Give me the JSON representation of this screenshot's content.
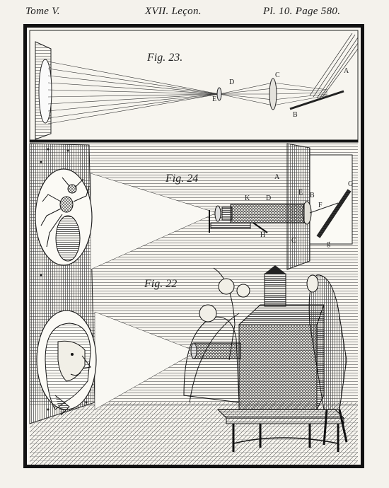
{
  "header": {
    "left": "Tome V.",
    "center": "XVII. Leçon.",
    "right": "Pl. 10. Page 580."
  },
  "figures": {
    "fig23": {
      "label": "Fig. 23."
    },
    "fig24": {
      "label": "Fig. 24"
    },
    "fig22": {
      "label": "Fig. 22"
    }
  },
  "letters": {
    "fig23": [
      "A",
      "B",
      "C",
      "D",
      "E"
    ],
    "fig24": [
      "A",
      "B",
      "C",
      "D",
      "E",
      "F",
      "G",
      "g",
      "H",
      "K"
    ]
  },
  "colors": {
    "ink": "#1a1a1a",
    "paper": "#f4f2ec",
    "shade": "#9a968c"
  }
}
